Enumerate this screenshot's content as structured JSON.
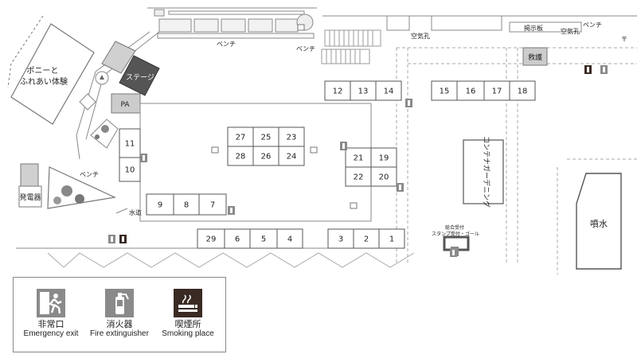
{
  "map": {
    "areas": {
      "pony": "ポニーと\nふれあい体験",
      "stage": "ステージ",
      "pa": "PA",
      "generator": "発電器",
      "first_aid": "救護",
      "fountain": "噴水",
      "container_garden": "コンテナガーデニング",
      "reception": "総合受付\nスタンプ受付・ゴール"
    },
    "labels": {
      "bench_top": "ベンチ",
      "bench_mid": "ベンチ",
      "bench_right": "ベンチ",
      "bench_left": "ベンチ",
      "air_hole_1": "空気孔",
      "air_hole_2": "空気孔",
      "notice_board": "掲示板",
      "water": "水道",
      "mailbox": "〒"
    },
    "booths": [
      "1",
      "2",
      "3",
      "4",
      "5",
      "6",
      "7",
      "8",
      "9",
      "10",
      "11",
      "12",
      "13",
      "14",
      "15",
      "16",
      "17",
      "18",
      "19",
      "20",
      "21",
      "22",
      "23",
      "24",
      "25",
      "26",
      "27",
      "28",
      "29"
    ]
  },
  "legend": {
    "items": [
      {
        "jp": "非常口",
        "en": "Emergency exit",
        "icon": "emergency-exit-icon"
      },
      {
        "jp": "消火器",
        "en": "Fire extinguisher",
        "icon": "fire-extinguisher-icon"
      },
      {
        "jp": "喫煙所",
        "en": "Smoking place",
        "icon": "smoking-place-icon"
      }
    ]
  },
  "colors": {
    "stage": "#555555",
    "pa": "#cccccc",
    "grey_box": "#d0d0d0",
    "line": "#999999",
    "legend_exit": "#8a8a8a",
    "legend_smoke": "#3a2a24"
  }
}
